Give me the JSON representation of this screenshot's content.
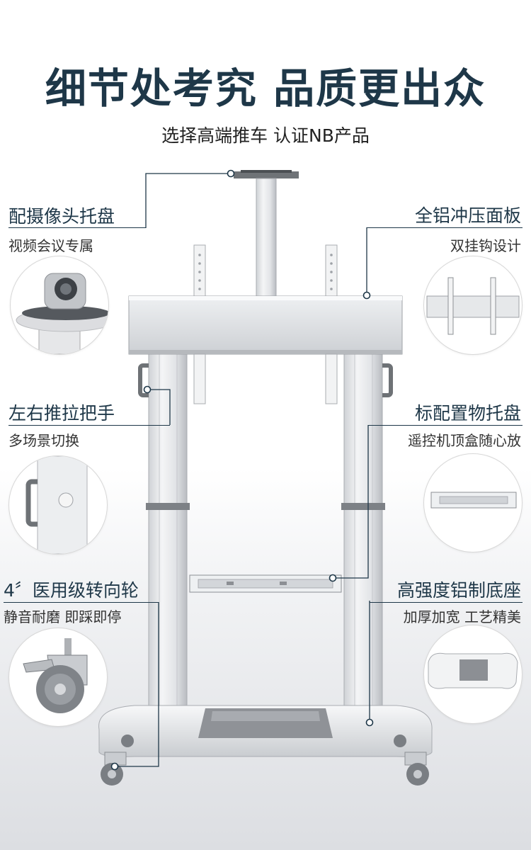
{
  "header": {
    "title": "细节处考究 品质更出众",
    "subtitle": "选择高端推车 认证NB产品"
  },
  "features": {
    "camera_tray": {
      "title": "配摄像头托盘",
      "subtitle": "视频会议专属"
    },
    "panel": {
      "title": "全铝冲压面板",
      "subtitle": "双挂钩设计"
    },
    "handles": {
      "title": "左右推拉把手",
      "subtitle": "多场景切换"
    },
    "shelf": {
      "title": "标配置物托盘",
      "subtitle": "遥控机顶盒随心放"
    },
    "casters": {
      "title": "4〞医用级转向轮",
      "subtitle": "静音耐磨 即踩即停"
    },
    "base": {
      "title": "高强度铝制底座",
      "subtitle": "加厚加宽 工艺精美"
    }
  },
  "colors": {
    "title": "#1e3748",
    "accent_line": "#1e3748",
    "stand_silver": "#e4e6e8",
    "stand_dark": "#8d9095"
  }
}
